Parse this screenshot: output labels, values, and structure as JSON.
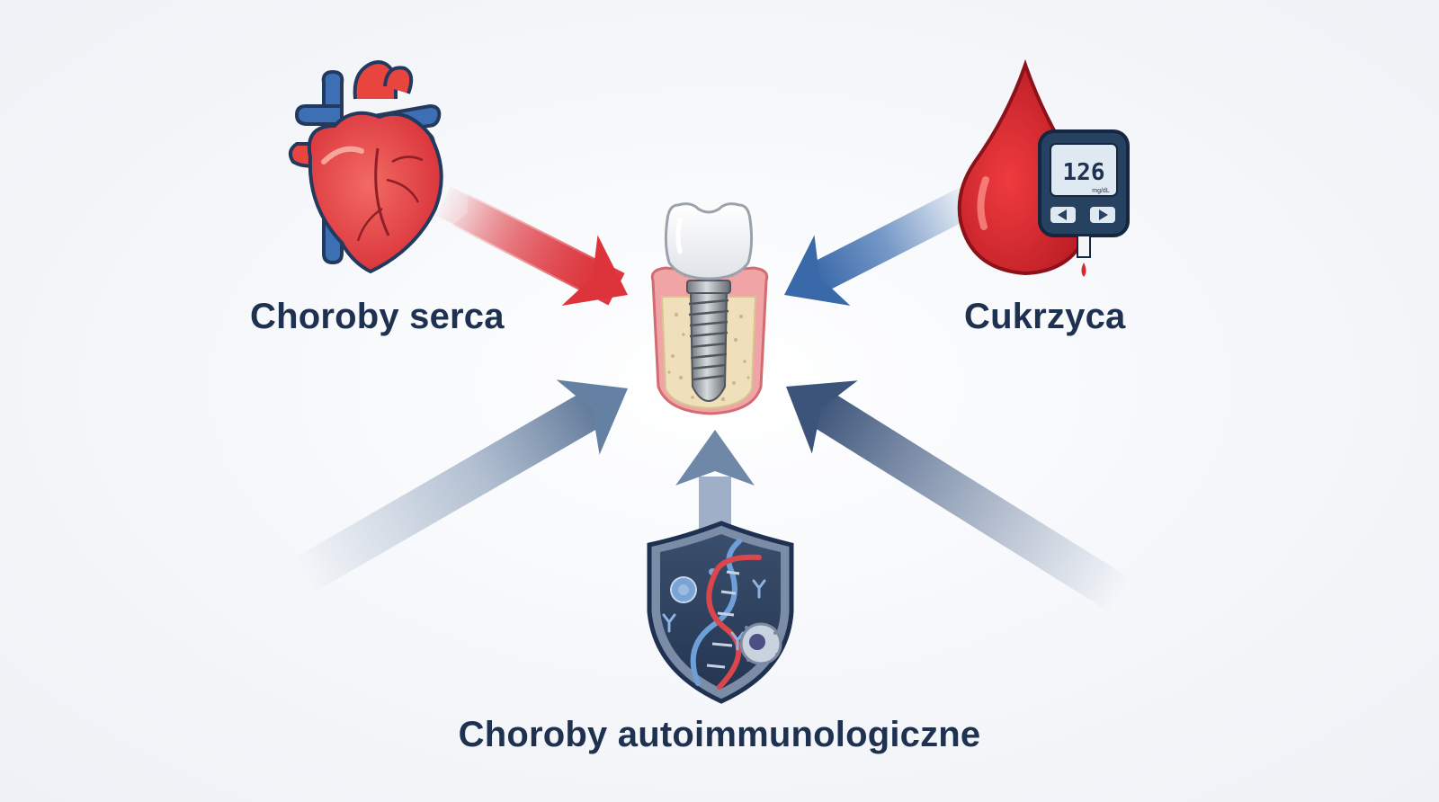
{
  "labels": {
    "heart_disease": "Choroby serca",
    "diabetes": "Cukrzyca",
    "autoimmune": "Choroby autoimmunologiczne"
  },
  "glucometer": {
    "reading": "126",
    "unit": "mg/dL"
  },
  "icons": {
    "center": "dental-implant-icon",
    "top_left": "heart-icon",
    "top_right": "blood-drop-glucometer-icon",
    "bottom": "immune-shield-dna-icon"
  },
  "colors": {
    "heart_arrow": "#e0464d",
    "diabetes_arrow": "#3f6fae",
    "neutral_arrows": "#5c7496",
    "text": "#1f3150"
  }
}
